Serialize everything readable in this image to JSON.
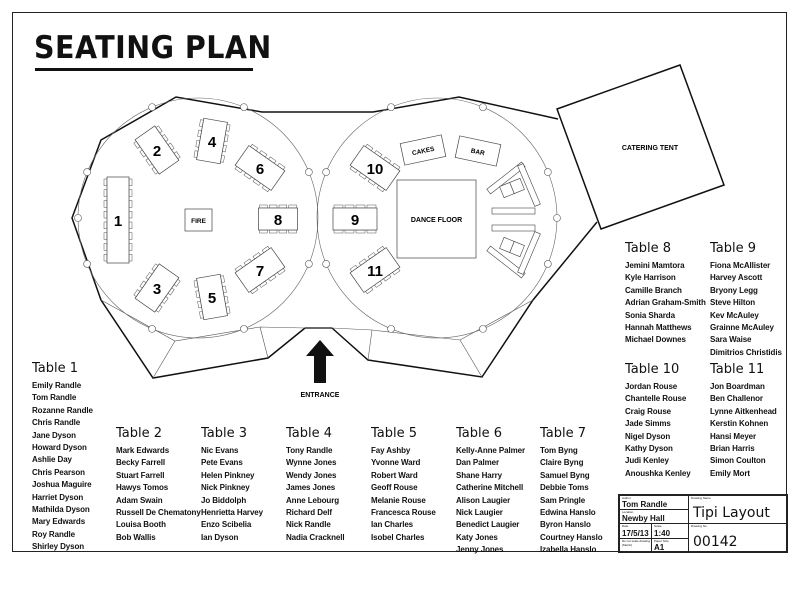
{
  "title": "SEATING PLAN",
  "plan": {
    "tables": [
      {
        "number": "1"
      },
      {
        "number": "2"
      },
      {
        "number": "3"
      },
      {
        "number": "4"
      },
      {
        "number": "5"
      },
      {
        "number": "6"
      },
      {
        "number": "7"
      },
      {
        "number": "8"
      },
      {
        "number": "9"
      },
      {
        "number": "10"
      },
      {
        "number": "11"
      }
    ],
    "fire": "FIRE",
    "dance_floor": "DANCE FLOOR",
    "cakes": "CAKES",
    "bar": "BAR",
    "catering_tent": "CATERING TENT",
    "entrance": "ENTRANCE"
  },
  "guest_lists": [
    {
      "table": "Table 1",
      "guests": [
        "Emily Randle",
        "Tom Randle",
        "Rozanne Randle",
        "Chris Randle",
        "Jane Dyson",
        "Howard Dyson",
        "Ashlie Day",
        "Chris Pearson",
        "Joshua Maguire",
        "Harriet Dyson",
        "Mathilda Dyson",
        "Mary Edwards",
        "Roy Randle",
        "Shirley Dyson"
      ]
    },
    {
      "table": "Table 2",
      "guests": [
        "Mark Edwards",
        "Becky Farrell",
        "Stuart Farrell",
        "Hawys Tomos",
        "Adam Swain",
        "Russell De Chematony",
        "Louisa Booth",
        "Bob Wallis"
      ]
    },
    {
      "table": "Table 3",
      "guests": [
        "Nic Evans",
        "Pete Evans",
        "Helen Pinkney",
        "Nick Pinkney",
        "Jo Biddolph",
        "Henrietta Harvey",
        "Enzo Scibelia",
        "Ian Dyson"
      ]
    },
    {
      "table": "Table 4",
      "guests": [
        "Tony Randle",
        "Wynne Jones",
        "Wendy Jones",
        "James Jones",
        "Anne Lebourg",
        "Richard Delf",
        "Nick Randle",
        "Nadia Cracknell"
      ]
    },
    {
      "table": "Table 5",
      "guests": [
        "Fay Ashby",
        "Yvonne Ward",
        "Robert Ward",
        "Geoff Rouse",
        "Melanie Rouse",
        "Francesca Rouse",
        "Ian Charles",
        "Isobel Charles"
      ]
    },
    {
      "table": "Table 6",
      "guests": [
        "Kelly-Anne Palmer",
        "Dan Palmer",
        "Shane Harry",
        "Catherine Mitchell",
        "Alison Laugier",
        "Nick Laugier",
        "Benedict Laugier",
        "Katy Jones",
        "Jenny Jones"
      ]
    },
    {
      "table": "Table 7",
      "guests": [
        "Tom Byng",
        "Claire Byng",
        "Samuel Byng",
        "Debbie Toms",
        "Sam Pringle",
        "Edwina Hanslo",
        "Byron Hanslo",
        "Courtney Hanslo",
        "Izabella Hanslo"
      ]
    },
    {
      "table": "Table 8",
      "guests": [
        "Jemini Mamtora",
        "Kyle Harrison",
        "Camille Branch",
        "Adrian Graham-Smith",
        "Sonia Sharda",
        "Hannah Matthews",
        "Michael Downes"
      ]
    },
    {
      "table": "Table 9",
      "guests": [
        "Fiona McAllister",
        "Harvey Ascott",
        "Bryony Legg",
        "Steve Hilton",
        "Kev McAuley",
        "Grainne McAuley",
        "Sara Waise",
        "Dimitrios Christidis"
      ]
    },
    {
      "table": "Table 10",
      "guests": [
        "Jordan Rouse",
        "Chantelle Rouse",
        "Craig Rouse",
        "Jade Simms",
        "Nigel Dyson",
        "Kathy Dyson",
        "Judi Kenley",
        "Anoushka Kenley"
      ]
    },
    {
      "table": "Table 11",
      "guests": [
        "Jon Boardman",
        "Ben Challenor",
        "Lynne Aitkenhead",
        "Kerstin Kohnen",
        "Hansi Meyer",
        "Brian Harris",
        "Simon Coulton",
        "Emily Mort"
      ]
    }
  ],
  "title_block": {
    "author_label": "Author",
    "author": "Tom Randle",
    "location_label": "Location",
    "location": "Newby Hall",
    "date_label": "Date",
    "date": "17/5/13",
    "scale_label": "Scale",
    "scale": "1:40",
    "note_label": "Do not scale drawing (Metric)",
    "paper_label": "Paper Size",
    "paper": "A1",
    "drawing_name_label": "Drawing Name",
    "drawing_name": "Tipi Layout",
    "drawing_no_label": "Drawing No.",
    "drawing_no": "00142"
  }
}
